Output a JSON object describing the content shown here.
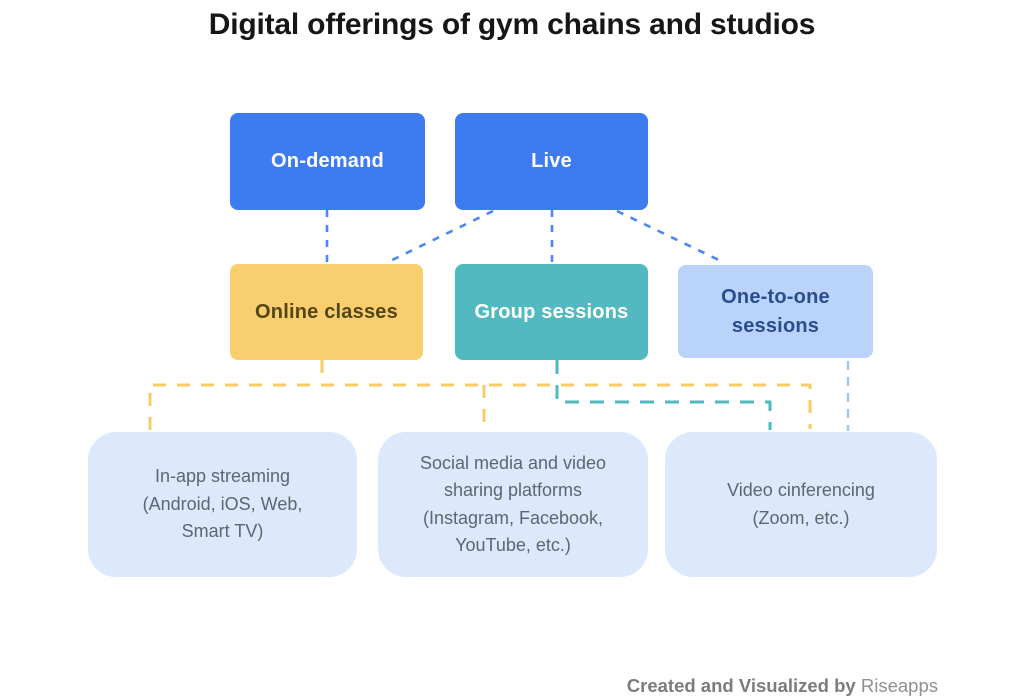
{
  "title": "Digital offerings of gym chains and studios",
  "colors": {
    "background": "#ffffff",
    "title_text": "#161616",
    "node_blue": "#3d7bf0",
    "node_blue_text": "#ffffff",
    "node_yellow": "#f9ce6f",
    "node_yellow_text": "#524612",
    "node_teal": "#53b9c0",
    "node_teal_text": "#ffffff",
    "node_lightblue": "#bad3fa",
    "node_lightblue_text": "#2b4d8f",
    "node_paleblue": "#dce9fc",
    "node_paleblue_text": "#5d6670",
    "edge_blue": "#4c86f0",
    "edge_orange": "#f7cb66",
    "edge_teal": "#4eb9be",
    "edge_paleblue": "#a9c6f7",
    "footer_bold_text": "#7c7c7c",
    "footer_brand_text": "#909090"
  },
  "nodes": {
    "on_demand": "On-demand",
    "live": "Live",
    "online_classes": "Online classes",
    "group_sessions": "Group sessions",
    "one_to_one_sessions": "One-to-one\nsessions",
    "in_app_streaming": "In-app streaming\n(Android, iOS, Web,\nSmart TV)",
    "social_media": "Social media and video\nsharing platforms\n(Instagram, Facebook,\nYouTube, etc.)",
    "video_conferencing": "Video cinferencing\n(Zoom, etc.)"
  },
  "edges": [
    {
      "from": "On-demand",
      "to": "Online classes",
      "color": "blue"
    },
    {
      "from": "Live",
      "to": "Online classes",
      "color": "blue"
    },
    {
      "from": "Live",
      "to": "Group sessions",
      "color": "blue"
    },
    {
      "from": "Live",
      "to": "One-to-one sessions",
      "color": "blue"
    },
    {
      "from": "Online classes",
      "to": "In-app streaming",
      "color": "orange"
    },
    {
      "from": "Online classes",
      "to": "Social media and video sharing platforms",
      "color": "orange"
    },
    {
      "from": "Online classes",
      "to": "Video conferencing",
      "color": "orange"
    },
    {
      "from": "Group sessions",
      "to": "Video conferencing",
      "color": "teal"
    },
    {
      "from": "One-to-one sessions",
      "to": "Video conferencing",
      "color": "paleblue"
    }
  ],
  "footer": {
    "created_by": "Created and Visualized by",
    "brand": "Riseapps"
  }
}
